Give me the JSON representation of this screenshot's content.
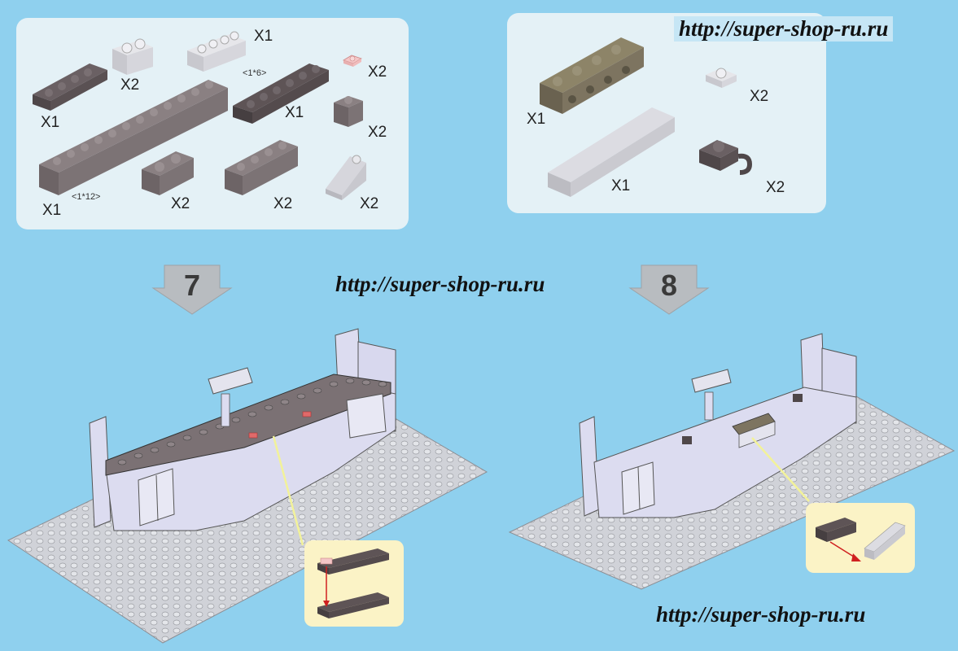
{
  "watermark": {
    "url": "http://super-shop-ru.ru"
  },
  "parts_panel_left": {
    "quantities": [
      "X1",
      "X2",
      "X1",
      "X2",
      "X1",
      "X2",
      "X1",
      "X2",
      "X2",
      "X2"
    ],
    "dims": [
      "<1*6>",
      "<1*12>"
    ]
  },
  "parts_panel_right": {
    "quantities": [
      "X1",
      "X2",
      "X1",
      "X2"
    ]
  },
  "steps": [
    {
      "number": "7"
    },
    {
      "number": "8"
    }
  ],
  "colors": {
    "background": "#8fd0ee",
    "panel": "#e4f1f6",
    "callout": "#fbf3c6",
    "arrow": "#b8bcc0",
    "brick_dark": "#5e5456",
    "brick_grey": "#8a8082",
    "brick_light": "#d8d8dc",
    "brick_tan": "#7d7460",
    "baseplate": "#d0d2d8",
    "wall": "#dcdcf0"
  }
}
